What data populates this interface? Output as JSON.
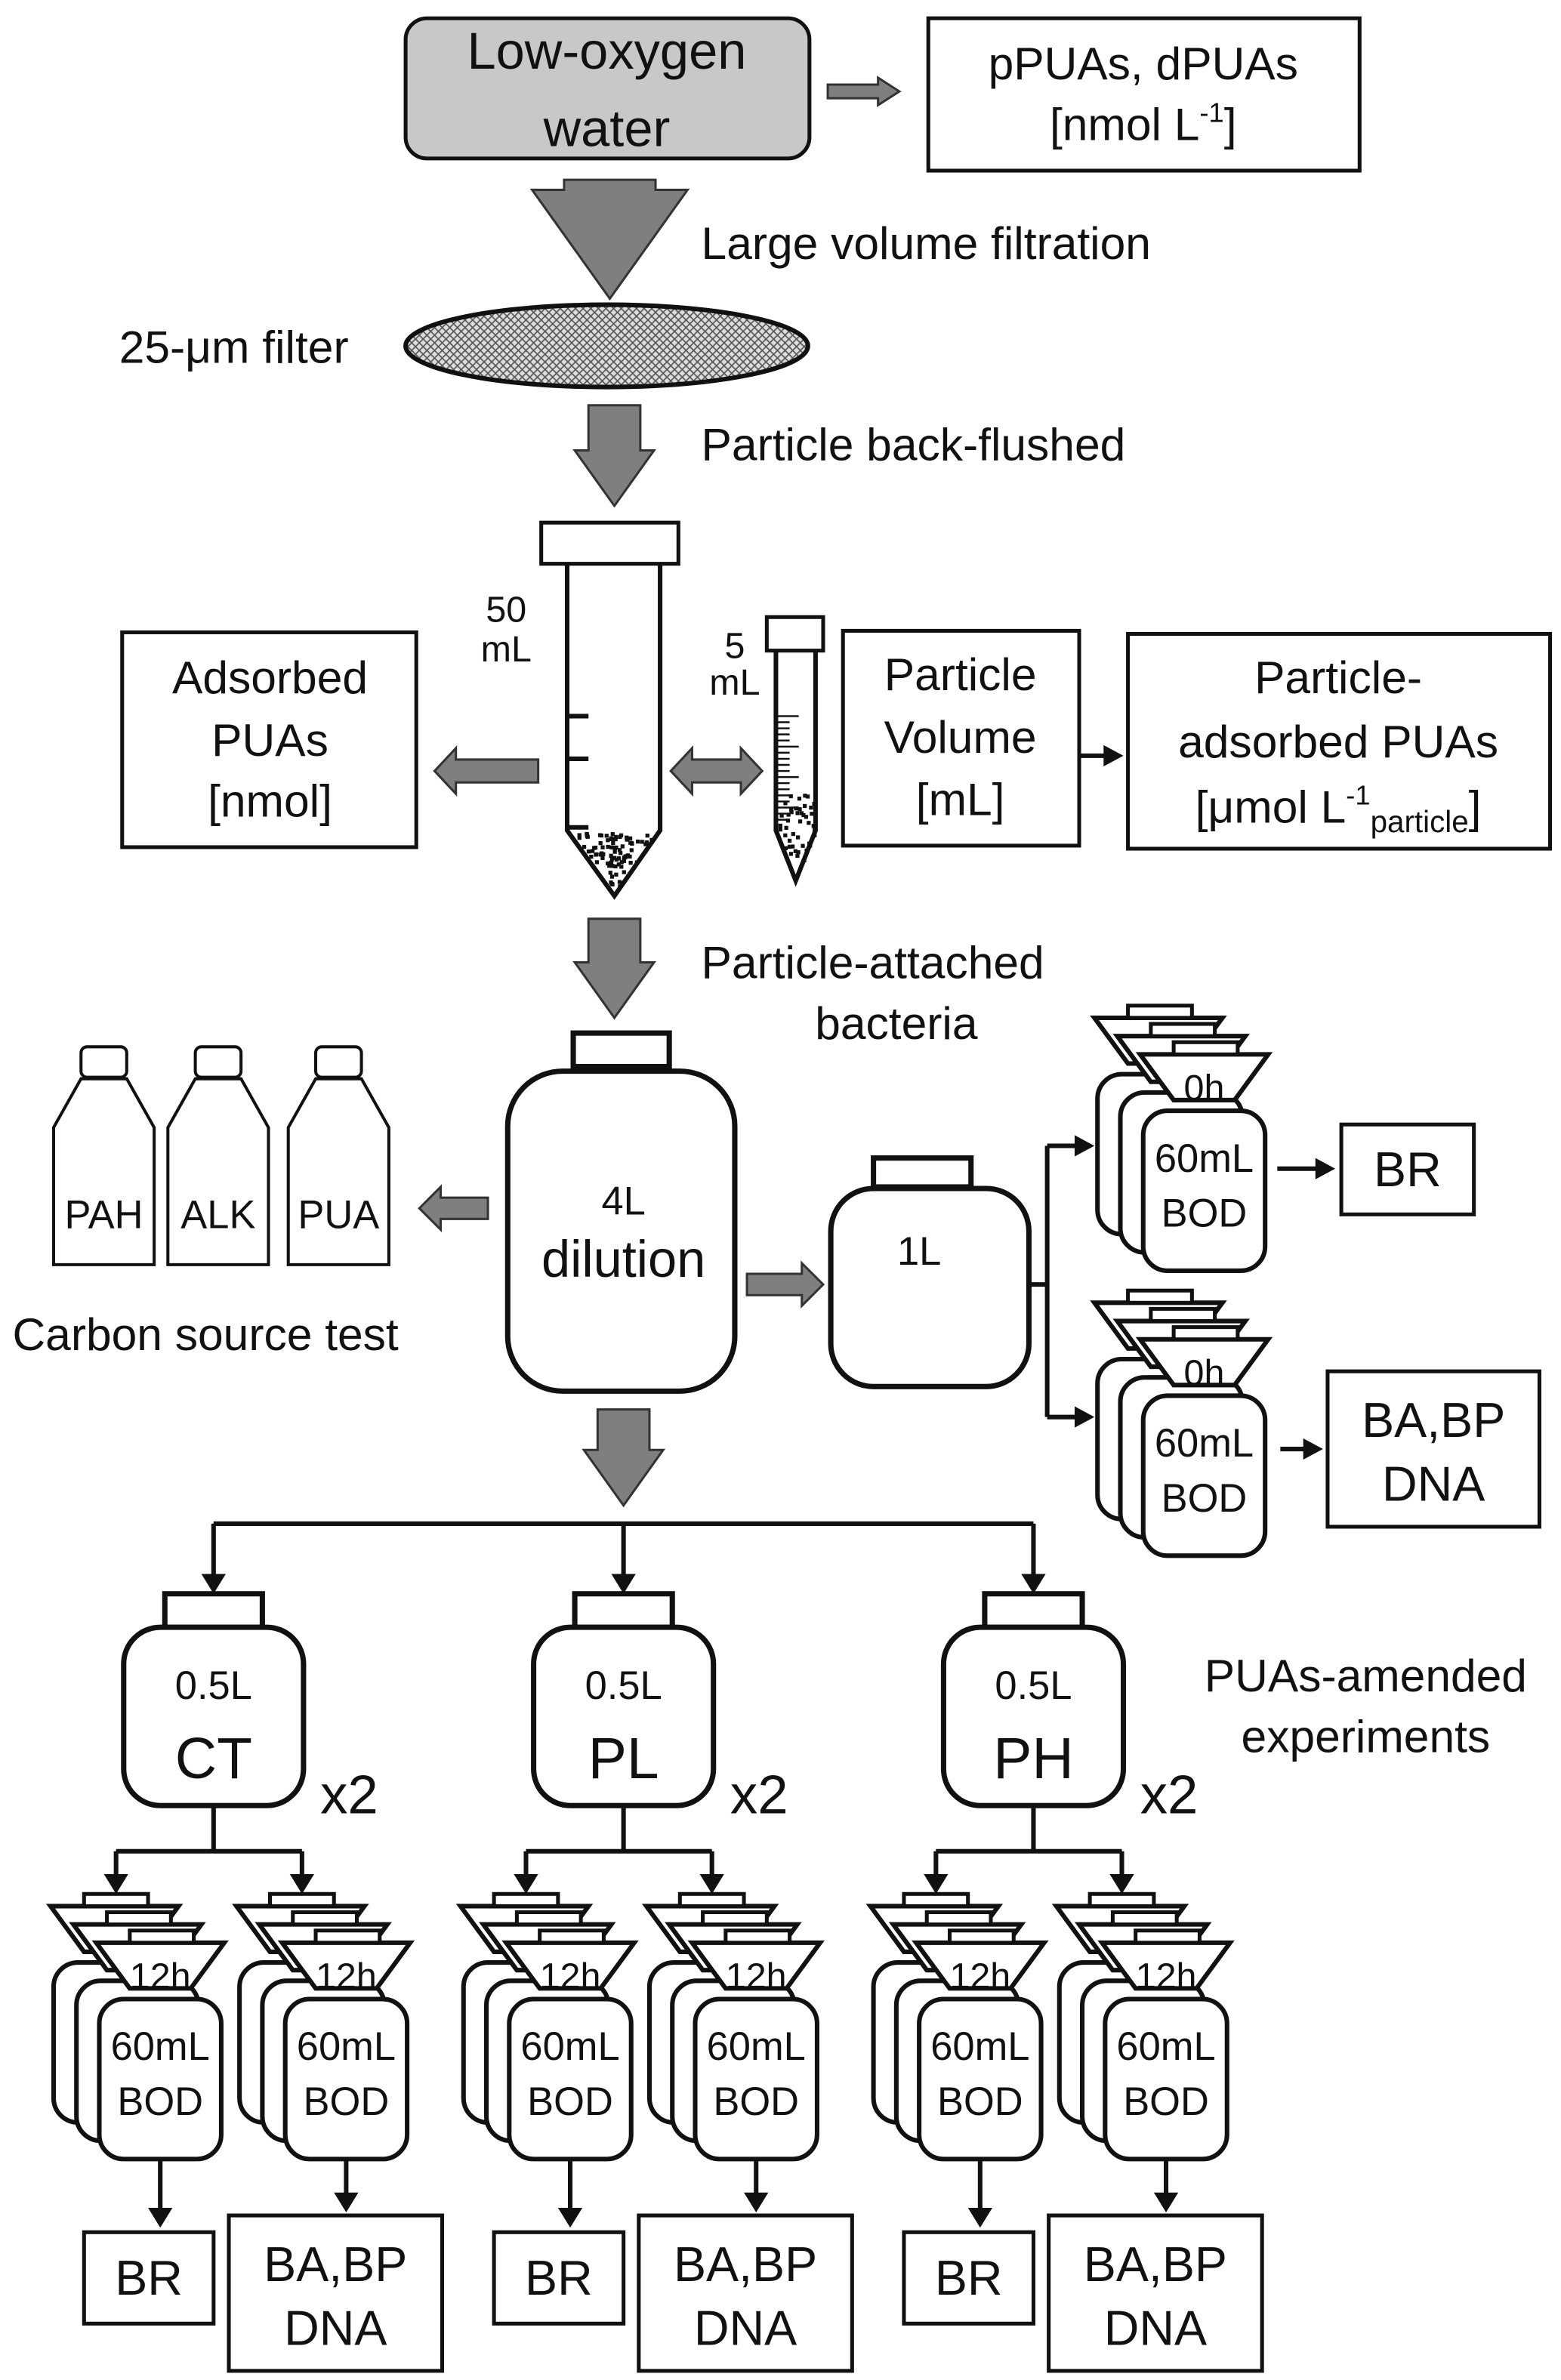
{
  "source": {
    "line1": "Low-oxygen",
    "line2": "water",
    "fill": "#c8c8c8"
  },
  "dissolved_box": {
    "line1": "pPUAs, dPUAs",
    "line2_prefix": "[nmol L",
    "line2_sup": "-1",
    "line2_suffix": "]"
  },
  "filtration_label": "Large volume filtration",
  "filter_label": "25-μm filter",
  "backflush_label": "Particle back-flushed",
  "tube50": {
    "line1": "50",
    "line2": "mL"
  },
  "tube5": {
    "line1": "5",
    "line2": "mL"
  },
  "adsorbed_box": {
    "line1": "Adsorbed",
    "line2": "PUAs",
    "line3": "[nmol]"
  },
  "volume_box": {
    "line1": "Particle",
    "line2": "Volume",
    "line3": "[mL]"
  },
  "particle_adsorbed_box": {
    "line1": "Particle-",
    "line2": "adsorbed PUAs",
    "line3_prefix": "[μmol L",
    "line3_sup": "-1",
    "line3_sub": "particle",
    "line3_suffix": "]"
  },
  "attached_label": {
    "line1": "Particle-attached",
    "line2": "bacteria"
  },
  "carbon_bottles": [
    "PAH",
    "ALK",
    "PUA"
  ],
  "carbon_label": "Carbon source test",
  "dilution_jug": {
    "line1": "4L",
    "line2": "dilution"
  },
  "one_liter_jug": {
    "label": "1L"
  },
  "initial_stacks": [
    {
      "time": "0h",
      "volume": "60mL",
      "type": "BOD",
      "output": [
        "BR"
      ]
    },
    {
      "time": "0h",
      "volume": "60mL",
      "type": "BOD",
      "output": [
        "BA,BP",
        "DNA"
      ]
    }
  ],
  "experiments_label": {
    "line1": "PUAs-amended",
    "line2": "experiments"
  },
  "treatments": [
    {
      "volume": "0.5L",
      "name": "CT",
      "replicates": "x2"
    },
    {
      "volume": "0.5L",
      "name": "PL",
      "replicates": "x2"
    },
    {
      "volume": "0.5L",
      "name": "PH",
      "replicates": "x2"
    }
  ],
  "incubation_stacks": [
    {
      "time": "12h",
      "volume": "60mL",
      "type": "BOD",
      "output": [
        "BR"
      ]
    },
    {
      "time": "12h",
      "volume": "60mL",
      "type": "BOD",
      "output": [
        "BA,BP",
        "DNA"
      ]
    }
  ],
  "colors": {
    "arrow_gray": "#7f7f7f",
    "ink": "#111111"
  }
}
